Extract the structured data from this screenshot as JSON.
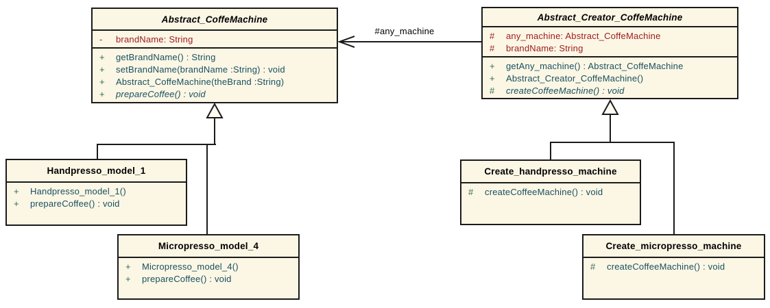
{
  "diagram": {
    "type": "uml-class-diagram",
    "association": {
      "label": "#any_machine",
      "from": "Abstract_Creator_CoffeMachine",
      "to": "Abstract_CoffeMachine"
    },
    "generalizations": [
      {
        "parent": "Abstract_CoffeMachine",
        "children": [
          "Handpresso_model_1",
          "Micropresso_model_4"
        ]
      },
      {
        "parent": "Abstract_Creator_CoffeMachine",
        "children": [
          "Create_handpresso_machine",
          "Create_micropresso_machine"
        ]
      }
    ],
    "classes": [
      {
        "name": "Abstract_CoffeMachine",
        "abstract": true,
        "attributes": [
          {
            "vis": "-",
            "text": "brandName: String"
          }
        ],
        "methods": [
          {
            "vis": "+",
            "text": "getBrandName() : String"
          },
          {
            "vis": "+",
            "text": "setBrandName(brandName :String) : void"
          },
          {
            "vis": "+",
            "text": "Abstract_CoffeMachine(theBrand :String)"
          },
          {
            "vis": "+",
            "text": "prepareCoffee() : void",
            "abstract": true
          }
        ]
      },
      {
        "name": "Abstract_Creator_CoffeMachine",
        "abstract": true,
        "attributes": [
          {
            "vis": "#",
            "text": "any_machine: Abstract_CoffeMachine"
          },
          {
            "vis": "#",
            "text": "brandName: String"
          }
        ],
        "methods": [
          {
            "vis": "+",
            "text": "getAny_machine() : Abstract_CoffeMachine"
          },
          {
            "vis": "+",
            "text": "Abstract_Creator_CoffeMachine()"
          },
          {
            "vis": "#",
            "text": "createCoffeeMachine() : void",
            "abstract": true
          }
        ]
      },
      {
        "name": "Handpresso_model_1",
        "abstract": false,
        "attributes": [],
        "methods": [
          {
            "vis": "+",
            "text": "Handpresso_model_1()"
          },
          {
            "vis": "+",
            "text": "prepareCoffee() : void"
          }
        ]
      },
      {
        "name": "Micropresso_model_4",
        "abstract": false,
        "attributes": [],
        "methods": [
          {
            "vis": "+",
            "text": "Micropresso_model_4()"
          },
          {
            "vis": "+",
            "text": "prepareCoffee() : void"
          }
        ]
      },
      {
        "name": "Create_handpresso_machine",
        "abstract": false,
        "attributes": [],
        "methods": [
          {
            "vis": "#",
            "text": "createCoffeeMachine() : void"
          }
        ]
      },
      {
        "name": "Create_micropresso_machine",
        "abstract": false,
        "attributes": [],
        "methods": [
          {
            "vis": "#",
            "text": "createCoffeeMachine() : void"
          }
        ]
      }
    ],
    "colors": {
      "class_fill": "#FCF6E5",
      "border": "#1a1a1a",
      "attribute_text": "#9B1B1B",
      "method_text": "#17505F",
      "visibility_sign": "#2B6E52",
      "title_text": "#000000",
      "association_label": "#000000"
    }
  }
}
